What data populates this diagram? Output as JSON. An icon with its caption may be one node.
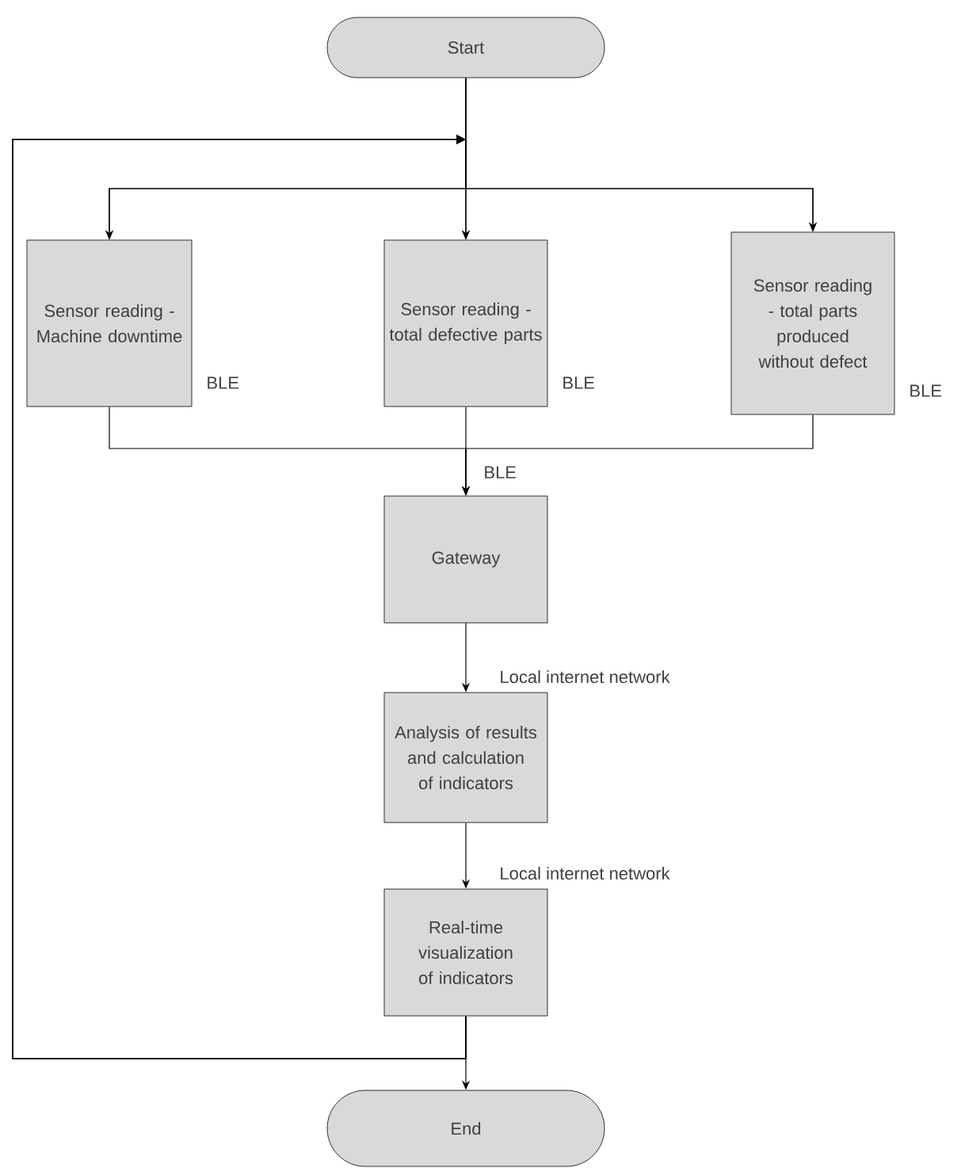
{
  "diagram": {
    "nodes": [
      {
        "text": [
          "Start"
        ]
      },
      {
        "text": [
          "Sensor reading - Machine downtime"
        ],
        "beside": [
          "BLE"
        ]
      },
      {
        "text": [
          "Sensor reading - total defective parts"
        ],
        "beside": [
          "BLE"
        ]
      },
      {
        "text": [
          "Sensor reading - total parts produced without defect"
        ],
        "beside": [
          "BLE"
        ]
      },
      {
        "text": [
          "Gateway"
        ]
      },
      {
        "text": [
          "Analysis of results and calculation of indicators"
        ]
      },
      {
        "text": [
          "Real-time visualization of indicators"
        ]
      },
      {
        "text": [
          "End"
        ]
      }
    ],
    "edges": [
      {
        "from": 0,
        "to": 1,
        "arrow": "to"
      },
      {
        "from": 0,
        "to": 2,
        "arrow": "to"
      },
      {
        "from": 0,
        "to": 3,
        "arrow": "to"
      },
      {
        "from": 1,
        "to": 4,
        "arrow": "to"
      },
      {
        "from": 2,
        "to": 4,
        "arrow": "to",
        "label": "BLE"
      },
      {
        "from": 3,
        "to": 4,
        "arrow": "to"
      },
      {
        "from": 4,
        "to": 5,
        "arrow": "to",
        "label": "Local internet network"
      },
      {
        "from": 5,
        "to": 6,
        "arrow": "to",
        "label": "Local internet network"
      },
      {
        "from": 6,
        "to": 7,
        "arrow": "to"
      },
      {
        "from": 6,
        "to": 1,
        "arrow": "to"
      },
      {
        "from": 6,
        "to": 2,
        "arrow": "to"
      },
      {
        "from": 6,
        "to": 3,
        "arrow": "to"
      }
    ]
  }
}
